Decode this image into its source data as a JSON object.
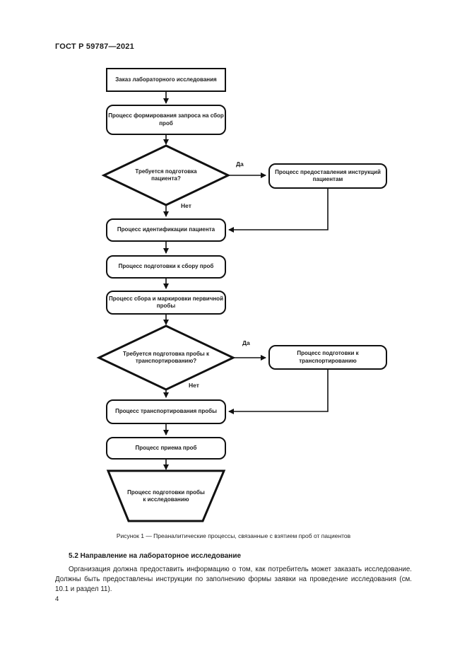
{
  "page": {
    "header": "ГОСТ Р 59787—2021",
    "page_number": "4"
  },
  "figure": {
    "caption": "Рисунок 1 — Преаналитические процессы, связанные с взятием проб от пациентов",
    "nodes": {
      "order": "Заказ лабораторного исследования",
      "form_request": "Процесс формирования запроса на сбор проб",
      "decision_patient_prep": "Требуется подготовка пациента?",
      "provide_instructions": "Процесс предоставления инструкций пациентам",
      "identify_patient": "Процесс идентификации пациента",
      "prep_collection": "Процесс подготовки к сбору проб",
      "collect_label": "Процесс сбора и маркировки первичной пробы",
      "decision_transport_prep": "Требуется подготовка пробы к транспортированию?",
      "prep_transport": "Процесс подготовки к транспортированию",
      "transport": "Процесс транспортирования пробы",
      "receive": "Процесс приема проб",
      "prep_examination": "Процесс подготовки пробы к исследованию"
    },
    "edge_labels": {
      "yes": "Да",
      "no": "Нет"
    },
    "colors": {
      "ink": "#111111",
      "paper": "#ffffff"
    }
  },
  "section": {
    "heading": "5.2 Направление на лабораторное исследование",
    "paragraph": "Организация должна предоставить информацию о том, как потребитель может заказать исследование. Должны быть предоставлены инструкции по заполнению формы заявки на проведение исследования (см. 10.1 и раздел 11)."
  }
}
